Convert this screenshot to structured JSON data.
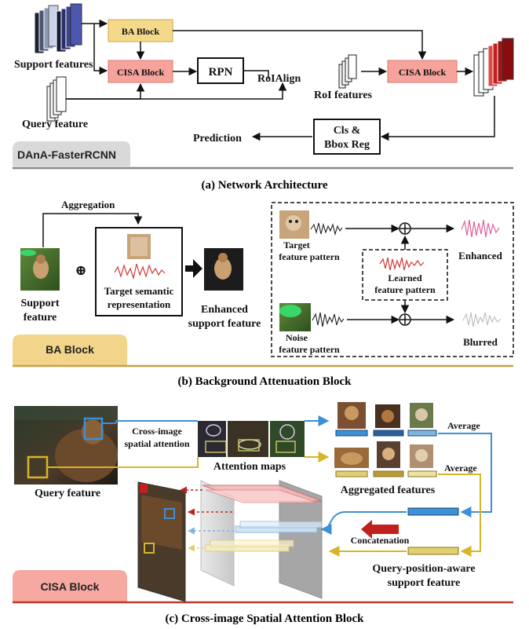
{
  "colors": {
    "ba_block": "#f5d98a",
    "cisa_block": "#f5a39b",
    "dana_tag": "#d9d9d9",
    "ba_tag": "#f2d58a",
    "cisa_tag": "#f5a9a1",
    "divider_a": "#888888",
    "divider_b": "#c8a24a",
    "divider_c": "#c0392b",
    "blue": "#3d8fd6",
    "yellow": "#d6b627",
    "red_arrow": "#c0201e",
    "enhanced_wave": "#e0609a",
    "learned_wave": "#d23a3a",
    "blurred_wave": "#bbbbbb"
  },
  "section_a": {
    "caption": "(a) Network Architecture",
    "tag": "DAnA-FasterRCNN",
    "support_features": "Support features",
    "query_feature": "Query feature",
    "ba_block": "BA Block",
    "cisa_block_1": "CISA Block",
    "rpn": "RPN",
    "roialign": "RoIAlign",
    "roi_features": "RoI features",
    "cisa_block_2": "CISA Block",
    "prediction": "Prediction",
    "cls_line1": "Cls &",
    "cls_line2": "Bbox Reg"
  },
  "section_b": {
    "caption": "(b) Background Attenuation Block",
    "tag": "BA Block",
    "aggregation": "Aggregation",
    "support_feature_line1": "Support",
    "support_feature_line2": "feature",
    "oplus": "⊕",
    "target_semantic_line1": "Target semantic",
    "target_semantic_line2": "representation",
    "enhanced_support_line1": "Enhanced",
    "enhanced_support_line2": "support feature",
    "target_pattern_line1": "Target",
    "target_pattern_line2": "feature pattern",
    "learned_pattern_line1": "Learned",
    "learned_pattern_line2": "feature pattern",
    "noise_pattern_line1": "Noise",
    "noise_pattern_line2": "feature pattern",
    "enhanced": "Enhanced",
    "blurred": "Blurred"
  },
  "section_c": {
    "caption": "(c) Cross-image Spatial Attention Block",
    "tag": "CISA Block",
    "query_feature": "Query feature",
    "cross_image_line1": "Cross-image",
    "cross_image_line2": "spatial attention",
    "attention_maps": "Attention maps",
    "average_1": "Average",
    "average_2": "Average",
    "aggregated_features": "Aggregated features",
    "concatenation": "Concatenation",
    "qpa_line1": "Query-position-aware",
    "qpa_line2": "support feature"
  }
}
